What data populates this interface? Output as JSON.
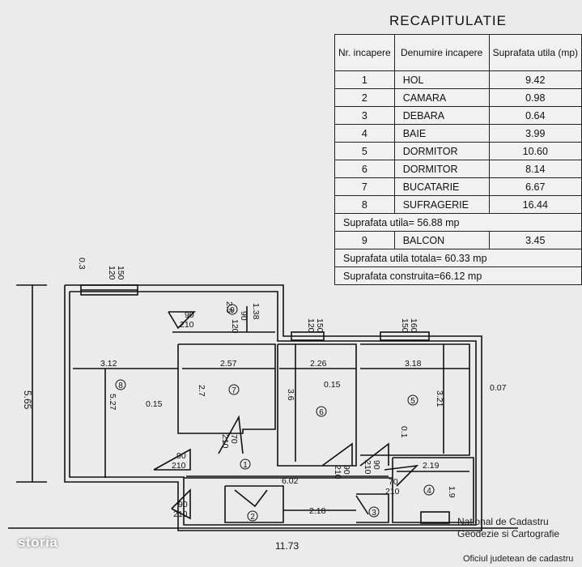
{
  "recap": {
    "title": "RECAPITULATIE",
    "headers": {
      "nr": "Nr. incapere",
      "den": "Denumire incapere",
      "sup": "Suprafata utila (mp)"
    },
    "rows": [
      {
        "nr": "1",
        "name": "HOL",
        "area": "9.42"
      },
      {
        "nr": "2",
        "name": "CAMARA",
        "area": "0.98"
      },
      {
        "nr": "3",
        "name": "DEBARA",
        "area": "0.64"
      },
      {
        "nr": "4",
        "name": "BAIE",
        "area": "3.99"
      },
      {
        "nr": "5",
        "name": "DORMITOR",
        "area": "10.60"
      },
      {
        "nr": "6",
        "name": "DORMITOR",
        "area": "8.14"
      },
      {
        "nr": "7",
        "name": "BUCATARIE",
        "area": "6.67"
      },
      {
        "nr": "8",
        "name": "SUFRAGERIE",
        "area": "16.44"
      }
    ],
    "subtotal": "Suprafata utila= 56.88 mp",
    "balcony": {
      "nr": "9",
      "name": "BALCON",
      "area": "3.45"
    },
    "total_useful": "Suprafata utila totala= 60.33 mp",
    "total_built": "Suprafata construita=66.12 mp"
  },
  "plan": {
    "dims": {
      "overall_width": "11.73",
      "overall_height": "5.65",
      "d_312": "3.12",
      "d_527": "5.27",
      "d_015a": "0.15",
      "d_257": "2.57",
      "d_27": "2.7",
      "d_226": "2.26",
      "d_015b": "0.15",
      "d_36": "3.6",
      "d_318": "3.18",
      "d_321": "3.21",
      "d_007": "0.07",
      "d_01": "0.1",
      "d_602": "6.02",
      "d_219": "2.19",
      "d_218": "2.18",
      "d_19": "1.9",
      "d_138": "1.38",
      "d_25": "2.5",
      "d_03": "0.3",
      "win_150": "150",
      "win_120": "120",
      "win_150b": "150",
      "win_120b": "120",
      "win_160": "160",
      "win_150c": "150",
      "door_90a": "90",
      "door_210a": "210",
      "door_90b": "90",
      "door_120": "120",
      "door_70a": "70",
      "door_210b": "210",
      "door_90c": "90",
      "door_210c": "210",
      "door_90d": "90",
      "door_210d": "210",
      "door_90e": "90",
      "door_210e": "210",
      "door_70b": "70",
      "door_210f": "210",
      "door_90f": "90",
      "door_210g": "210"
    },
    "rooms": [
      "1",
      "2",
      "3",
      "4",
      "5",
      "6",
      "7",
      "8",
      "9"
    ]
  },
  "stamp": {
    "line1": "National de Cadastru",
    "line2": "Geodezie si Cartografie",
    "line3": "Oficiul judetean de cadastru"
  },
  "brand": "storia"
}
